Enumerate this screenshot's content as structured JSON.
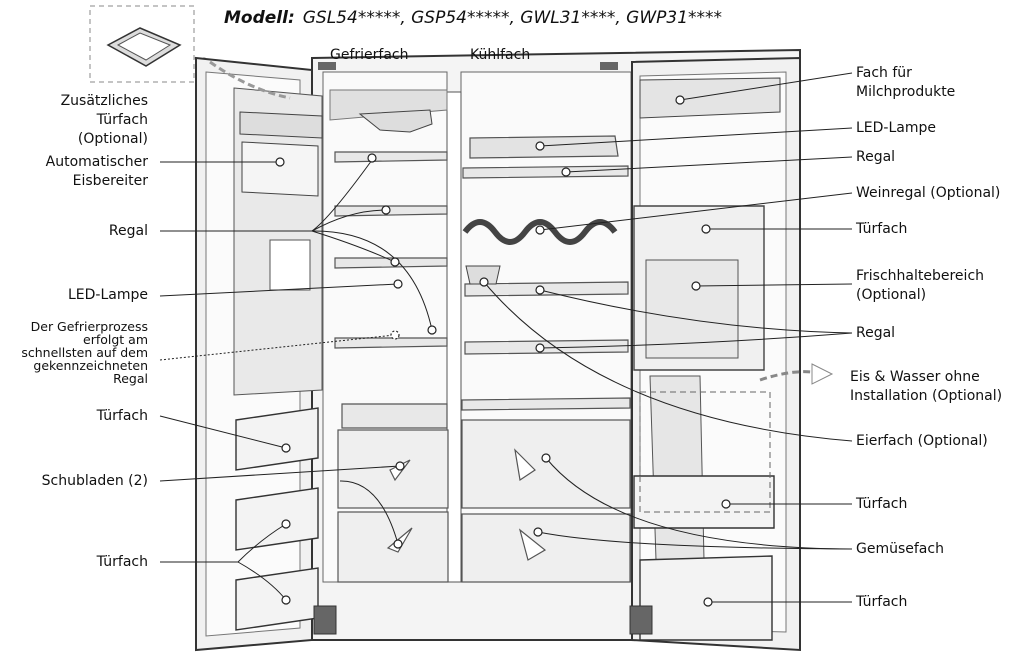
{
  "model": {
    "prefix": "Modell:",
    "numbers": "GSL54*****, GSP54*****, GWL31****, GWP31****"
  },
  "compartments": {
    "freezer": "Gefrierfach",
    "fridge": "Kühlfach"
  },
  "labels_left": {
    "extra_door_bin_1": "Zusätzliches",
    "extra_door_bin_2": "Türfach (Optional)",
    "ice_maker_1": "Automatischer",
    "ice_maker_2": "Eisbereiter",
    "shelf": "Regal",
    "led_lamp": "LED-Lampe",
    "freeze_note_1": "Der Gefrierprozess",
    "freeze_note_2": "erfolgt am",
    "freeze_note_3": "schnellsten auf dem",
    "freeze_note_4": "gekennzeichneten",
    "freeze_note_5": "Regal",
    "door_bin_a": "Türfach",
    "drawers": "Schubladen (2)",
    "door_bin_b": "Türfach"
  },
  "labels_right": {
    "dairy_1": "Fach für",
    "dairy_2": "Milchprodukte",
    "led_lamp": "LED-Lampe",
    "shelf_top": "Regal",
    "wine_rack": "Weinregal (Optional)",
    "door_bin_top": "Türfach",
    "fresh_zone_1": "Frischhaltebereich",
    "fresh_zone_2": "(Optional)",
    "shelf_mid": "Regal",
    "ice_water_1": "Eis & Wasser ohne",
    "ice_water_2": "Installation (Optional)",
    "egg_tray": "Eierfach (Optional)",
    "door_bin_mid": "Türfach",
    "vegetable": "Gemüsefach",
    "door_bin_bottom": "Türfach"
  },
  "colors": {
    "line": "#222222",
    "outline": "#444444",
    "shade": "#e6e6e6",
    "dark_shade": "#cfcfcf"
  }
}
